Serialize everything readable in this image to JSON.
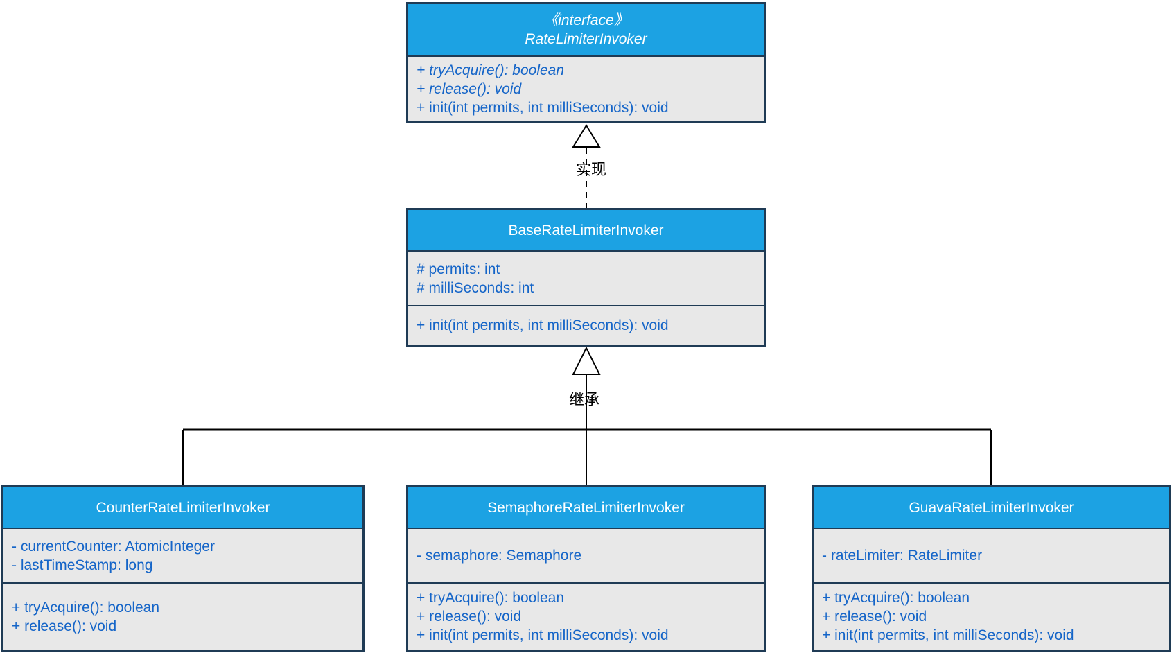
{
  "classes": {
    "interface": {
      "stereotype": "《interface》",
      "name": "RateLimiterInvoker",
      "methods": [
        "+ tryAcquire(): boolean",
        "+ release(): void",
        "+ init(int permits, int milliSeconds): void"
      ]
    },
    "base": {
      "name": "BaseRateLimiterInvoker",
      "attributes": [
        "# permits: int",
        "# milliSeconds: int"
      ],
      "methods": [
        "+ init(int permits, int milliSeconds): void"
      ]
    },
    "counter": {
      "name": "CounterRateLimiterInvoker",
      "attributes": [
        "- currentCounter: AtomicInteger",
        "- lastTimeStamp: long"
      ],
      "methods": [
        "+ tryAcquire(): boolean",
        "+ release(): void"
      ]
    },
    "semaphore": {
      "name": "SemaphoreRateLimiterInvoker",
      "attributes": [
        "- semaphore: Semaphore"
      ],
      "methods": [
        "+ tryAcquire(): boolean",
        "+ release(): void",
        "+ init(int permits, int milliSeconds): void"
      ]
    },
    "guava": {
      "name": "GuavaRateLimiterInvoker",
      "attributes": [
        "- rateLimiter: RateLimiter"
      ],
      "methods": [
        "+ tryAcquire(): boolean",
        "+ release(): void",
        "+ init(int permits, int milliSeconds): void"
      ]
    }
  },
  "relations": {
    "realization": {
      "label": "实现"
    },
    "inheritance": {
      "label": "继承"
    }
  },
  "colors": {
    "header_fill": "#1CA2E3",
    "body_fill": "#E8E8E8",
    "border": "#1F3B55",
    "member_text": "#1565C8",
    "header_text": "#FFFFFF",
    "connector": "#000000",
    "label_text": "#000000"
  }
}
